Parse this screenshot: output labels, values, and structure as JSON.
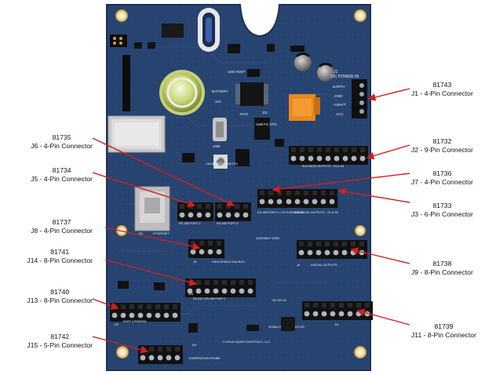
{
  "board": {
    "silkscreen": {
      "earth": "EARTH",
      "gnd": "GND",
      "vbatt": "+VBATT",
      "acc": "ACC",
      "dc_power_in": "DC POWER IN",
      "j1": "J1",
      "battery": "BATTERY",
      "jx1": "JX1",
      "usb_host": "USB HOST",
      "usb_fs_otg": "USB FS OTG",
      "jtag": "JTAG",
      "calibration_switch": "CALIBRATION SWITCH",
      "j306": "J306",
      "j31": "J31",
      "sw": "SW",
      "rs485_port2": "RS-485 PORT 2",
      "rs485_port3": "RS-485 PORT 3",
      "expansion": "RS-485 PORT 4 / I/O EXPANSION",
      "solenoid_outputs": "SOLENOID OUTPUTS - S1 & S2",
      "solenoid_outputs_top": "SOLENOID OUTPUTS - S3 & S4",
      "ethernet": "ETHERNET",
      "j30": "J30",
      "high_speed_can": "HIGH-SPEED CAN BUS",
      "digital_outputs": "DIGITAL OUTPUTS",
      "assembly": "ASSEMBLY 94353",
      "rs232_port1": "RS-232 / RS-485 PORT 1",
      "printer": "PORT 5 PRINTER",
      "temp_probe": "TEMPERATURE PROBE",
      "j15": "J15",
      "signal_fluid": "SIGNAL FLUID CONNECTOR",
      "copyright": "© 2018 LIQUID CONTROLS, LLC",
      "dig_in": "+5V DIG IN",
      "j11": "J11",
      "j13": "J13",
      "j14": "J14",
      "j8": "J8",
      "j9": "J9"
    },
    "colors": {
      "pcb": "#27436f",
      "pcb_dark": "#1c3256",
      "terminal": "#111111",
      "pad": "#d9a640",
      "relay": "#e8891f",
      "arrow": "#d11f1f"
    }
  },
  "callouts": [
    {
      "id": "j1",
      "part": "81743",
      "desc": "J1 - 4-Pin Connector",
      "side": "right"
    },
    {
      "id": "j2",
      "part": "81732",
      "desc": "J2 - 9-Pin Connector",
      "side": "right"
    },
    {
      "id": "j6",
      "part": "81735",
      "desc": "J6 - 4-Pin Connector",
      "side": "left"
    },
    {
      "id": "j5",
      "part": "81734",
      "desc": "J5 - 4-Pin Connector",
      "side": "left"
    },
    {
      "id": "j7",
      "part": "81736",
      "desc": "J7 - 4-Pin Connector",
      "side": "right"
    },
    {
      "id": "j3",
      "part": "81733",
      "desc": "J3 - 6-Pin Connector",
      "side": "right"
    },
    {
      "id": "j8",
      "part": "81737",
      "desc": "J8 - 4-Pin Connector",
      "side": "left"
    },
    {
      "id": "j9",
      "part": "81738",
      "desc": "J9 - 8-Pin Connector",
      "side": "right"
    },
    {
      "id": "j14",
      "part": "81741",
      "desc": "J14 - 8-Pin Connector",
      "side": "left"
    },
    {
      "id": "j13",
      "part": "81740",
      "desc": "J13 - 8-Pin Connector",
      "side": "left"
    },
    {
      "id": "j11",
      "part": "81739",
      "desc": "J11 - 8-Pin Connector",
      "side": "right"
    },
    {
      "id": "j15",
      "part": "81742",
      "desc": "J15 - 5-Pin Connector",
      "side": "left"
    }
  ]
}
